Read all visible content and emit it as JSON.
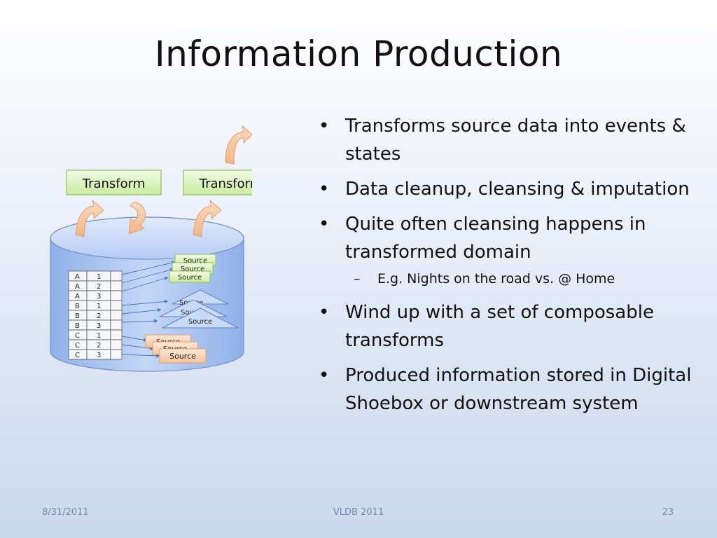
{
  "slide": {
    "title": "Information Production",
    "footer": {
      "date": "8/31/2011",
      "conference": "VLDB 2011",
      "page": "23"
    }
  },
  "diagram": {
    "transform_label": "Transform",
    "source_label": "Source",
    "table_rows": [
      {
        "key": "A",
        "value": "1"
      },
      {
        "key": "A",
        "value": "2"
      },
      {
        "key": "A",
        "value": "3"
      },
      {
        "key": "B",
        "value": "1"
      },
      {
        "key": "B",
        "value": "2"
      },
      {
        "key": "B",
        "value": "3"
      },
      {
        "key": "C",
        "value": "1"
      },
      {
        "key": "C",
        "value": "2"
      },
      {
        "key": "C",
        "value": "3"
      }
    ],
    "colors": {
      "cylinder": "#a9c4f0",
      "transform_fill": "#d8f2b8",
      "source_green": "#e5f7cf",
      "source_blue": "#c8daf5",
      "source_orange": "#fbd9bf",
      "arrow_orange": "#f6c79c"
    }
  },
  "bullets": [
    {
      "text": "Transforms source data into events & states"
    },
    {
      "text": "Data cleanup, cleansing & imputation"
    },
    {
      "text": "Quite often cleansing happens in transformed domain",
      "sub": "E.g. Nights on the road vs. @ Home"
    },
    {
      "text": "Wind up with a set of composable transforms"
    },
    {
      "text": "Produced information stored in Digital Shoebox or downstream system"
    }
  ]
}
